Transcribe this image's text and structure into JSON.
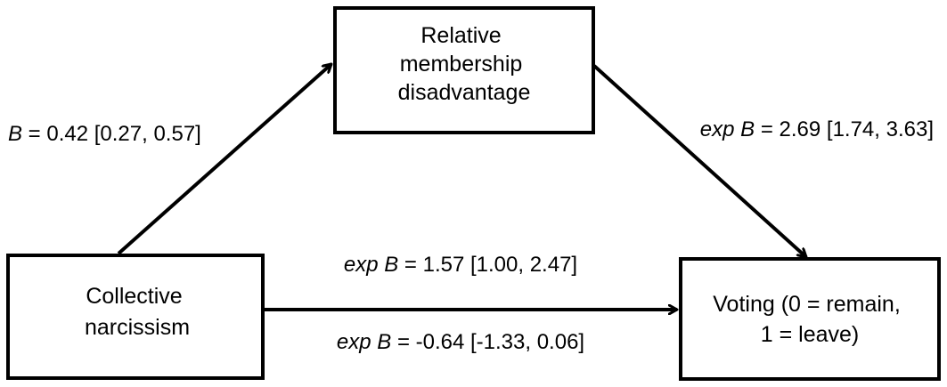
{
  "nodes": {
    "mediator": {
      "lines": [
        "Relative",
        "membership",
        "disadvantage"
      ]
    },
    "predictor": {
      "lines": [
        "Collective",
        "narcissism"
      ]
    },
    "outcome": {
      "lines": [
        "Voting (0 = remain,",
        "1 = leave)"
      ]
    }
  },
  "paths": {
    "a": {
      "stat": "B",
      "value": " = 0.42 [0.27, 0.57]"
    },
    "b": {
      "stat": "exp B",
      "value": " = 2.69 [1.74, 3.63]"
    },
    "c_total": {
      "stat": "exp B",
      "value": " = 1.57 [1.00, 2.47]"
    },
    "c_direct": {
      "stat": "exp B",
      "value": " = -0.64 [-1.33, 0.06]"
    }
  },
  "colors": {
    "stroke": "#000000",
    "background": "#ffffff"
  }
}
